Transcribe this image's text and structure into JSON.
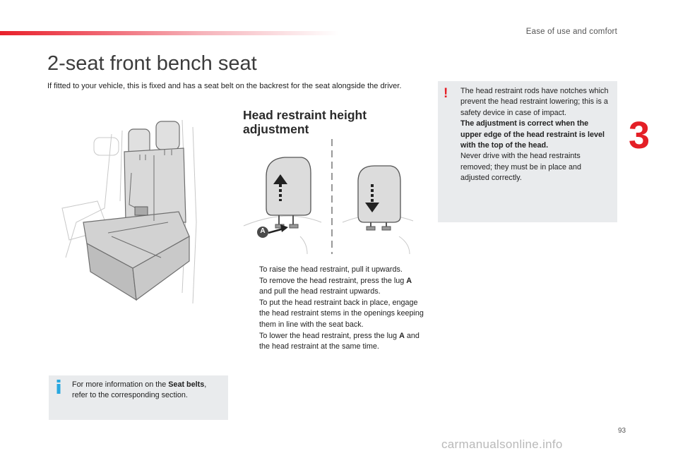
{
  "header": {
    "section_title": "Ease of use and comfort",
    "chapter_number": "3"
  },
  "page": {
    "title": "2-seat front bench seat",
    "intro": "If fitted to your vehicle, this is fixed and has a seat belt on the backrest for the seat alongside the driver.",
    "number": "93"
  },
  "head_restraint": {
    "heading": "Head restraint height adjustment",
    "illustration_label": "A",
    "bullet_glyph": "",
    "instructions": [
      {
        "pre": "To raise the head restraint, pull it upwards.",
        "bold": "",
        "post": ""
      },
      {
        "pre": "To remove the head restraint, press the lug ",
        "bold": "A",
        "post": " and pull the head restraint upwards."
      },
      {
        "pre": "To put the head restraint back in place, engage the head restraint stems in the openings keeping them in line with the seat back.",
        "bold": "",
        "post": ""
      },
      {
        "pre": "To lower the head restraint, press the lug ",
        "bold": "A",
        "post": " and the head restraint at the same time."
      }
    ]
  },
  "warning_box": {
    "icon": "!",
    "text_1": "The head restraint rods have notches which prevent the head restraint lowering; this is a safety device in case of impact.",
    "text_bold": "The adjustment is correct when the upper edge of the head restraint is level with the top of the head.",
    "text_2": "Never drive with the head restraints removed; they must be in place and adjusted correctly."
  },
  "info_box": {
    "text_pre": "For more information on the ",
    "text_bold": "Seat belts",
    "text_post": ", refer to the corresponding section."
  },
  "footer": {
    "watermark": "carmanualsonline.info"
  },
  "colors": {
    "accent_red": "#e41f26",
    "info_blue": "#29a8e0",
    "box_grey": "#e9ebed"
  }
}
